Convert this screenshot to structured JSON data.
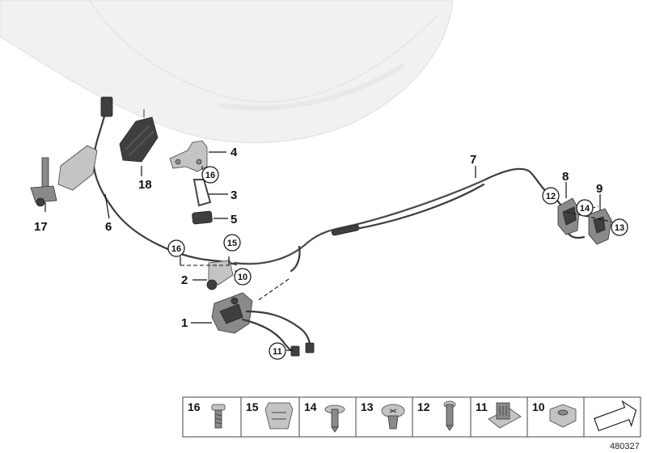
{
  "callouts": {
    "p1": "1",
    "p2": "2",
    "p3": "3",
    "p4": "4",
    "p5": "5",
    "p6": "6",
    "p7": "7",
    "p8": "8",
    "p9": "9",
    "p17": "17",
    "p18": "18"
  },
  "circled": {
    "c16a": "16",
    "c16b": "16",
    "c15": "15",
    "c10": "10",
    "c11": "11",
    "c12": "12",
    "c14": "14",
    "c13": "13"
  },
  "table": {
    "cells": [
      "16",
      "15",
      "14",
      "13",
      "12",
      "11",
      "10"
    ]
  },
  "doc_id": "480327",
  "colors": {
    "line": "#111111",
    "part_dark": "#3f3f3f",
    "hood": "#ededed"
  }
}
